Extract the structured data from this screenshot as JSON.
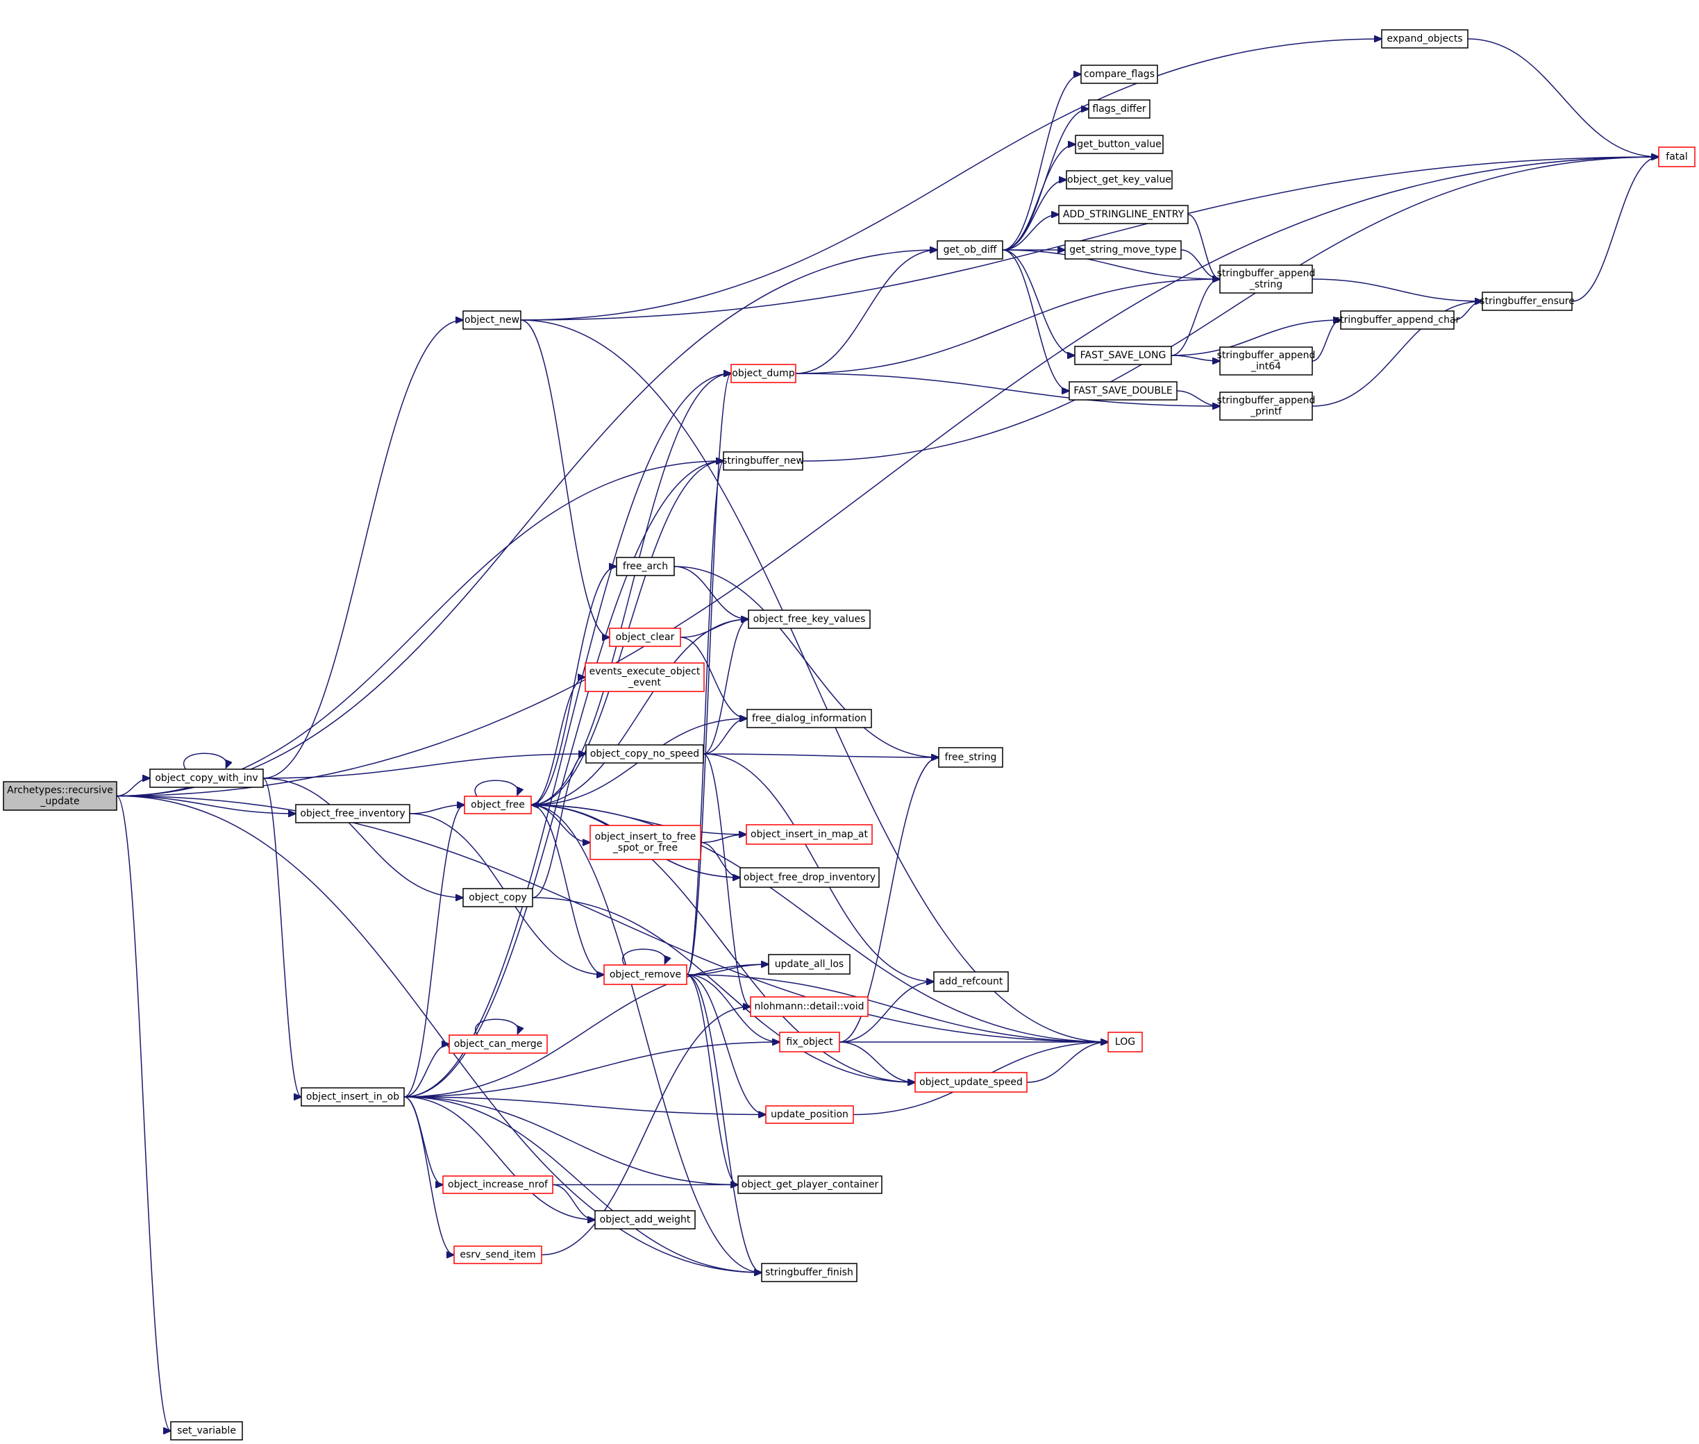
{
  "title": "Archetypes::recursive_update call graph",
  "colors": {
    "edge": "#191970",
    "root_fill": "#bfbfbf",
    "external_border": "#ff0000",
    "node_border": "#000000"
  },
  "nodes": [
    {
      "id": "root",
      "label": [
        "Archetypes::recursive",
        "_update"
      ],
      "kind": "root"
    },
    {
      "id": "object_copy_with_inv",
      "label": [
        "object_copy_with_inv"
      ],
      "kind": "normal"
    },
    {
      "id": "object_free_inventory",
      "label": [
        "object_free_inventory"
      ],
      "kind": "normal"
    },
    {
      "id": "object_new",
      "label": [
        "object_new"
      ],
      "kind": "normal"
    },
    {
      "id": "object_copy",
      "label": [
        "object_copy"
      ],
      "kind": "normal"
    },
    {
      "id": "object_insert_in_ob",
      "label": [
        "object_insert_in_ob"
      ],
      "kind": "normal"
    },
    {
      "id": "set_variable",
      "label": [
        "set_variable"
      ],
      "kind": "normal"
    },
    {
      "id": "object_free",
      "label": [
        "object_free"
      ],
      "kind": "ext"
    },
    {
      "id": "object_dump",
      "label": [
        "object_dump"
      ],
      "kind": "ext"
    },
    {
      "id": "stringbuffer_new",
      "label": [
        "stringbuffer_new"
      ],
      "kind": "normal"
    },
    {
      "id": "free_arch",
      "label": [
        "free_arch"
      ],
      "kind": "normal"
    },
    {
      "id": "object_clear",
      "label": [
        "object_clear"
      ],
      "kind": "ext"
    },
    {
      "id": "events_execute_object_event",
      "label": [
        "events_execute_object",
        "_event"
      ],
      "kind": "ext"
    },
    {
      "id": "object_copy_no_speed",
      "label": [
        "object_copy_no_speed"
      ],
      "kind": "normal"
    },
    {
      "id": "object_insert_to_free_spot_or_free",
      "label": [
        "object_insert_to_free",
        "_spot_or_free"
      ],
      "kind": "ext"
    },
    {
      "id": "object_remove",
      "label": [
        "object_remove"
      ],
      "kind": "ext"
    },
    {
      "id": "object_can_merge",
      "label": [
        "object_can_merge"
      ],
      "kind": "ext"
    },
    {
      "id": "object_increase_nrof",
      "label": [
        "object_increase_nrof"
      ],
      "kind": "ext"
    },
    {
      "id": "esrv_send_item",
      "label": [
        "esrv_send_item"
      ],
      "kind": "ext"
    },
    {
      "id": "object_add_weight",
      "label": [
        "object_add_weight"
      ],
      "kind": "normal"
    },
    {
      "id": "object_free_key_values",
      "label": [
        "object_free_key_values"
      ],
      "kind": "normal"
    },
    {
      "id": "free_dialog_information",
      "label": [
        "free_dialog_information"
      ],
      "kind": "normal"
    },
    {
      "id": "object_insert_in_map_at",
      "label": [
        "object_insert_in_map_at"
      ],
      "kind": "ext"
    },
    {
      "id": "object_free_drop_inventory",
      "label": [
        "object_free_drop_inventory"
      ],
      "kind": "normal"
    },
    {
      "id": "update_all_los",
      "label": [
        "update_all_los"
      ],
      "kind": "normal"
    },
    {
      "id": "nlohmann_void",
      "label": [
        "nlohmann::detail::void"
      ],
      "kind": "ext"
    },
    {
      "id": "fix_object",
      "label": [
        "fix_object"
      ],
      "kind": "ext"
    },
    {
      "id": "update_position",
      "label": [
        "update_position"
      ],
      "kind": "ext"
    },
    {
      "id": "object_get_player_container",
      "label": [
        "object_get_player_container"
      ],
      "kind": "normal"
    },
    {
      "id": "stringbuffer_finish",
      "label": [
        "stringbuffer_finish"
      ],
      "kind": "normal"
    },
    {
      "id": "get_ob_diff",
      "label": [
        "get_ob_diff"
      ],
      "kind": "normal"
    },
    {
      "id": "free_string",
      "label": [
        "free_string"
      ],
      "kind": "normal"
    },
    {
      "id": "add_refcount",
      "label": [
        "add_refcount"
      ],
      "kind": "normal"
    },
    {
      "id": "object_update_speed",
      "label": [
        "object_update_speed"
      ],
      "kind": "ext"
    },
    {
      "id": "LOG",
      "label": [
        "LOG"
      ],
      "kind": "ext"
    },
    {
      "id": "compare_flags",
      "label": [
        "compare_flags"
      ],
      "kind": "normal"
    },
    {
      "id": "flags_differ",
      "label": [
        "flags_differ"
      ],
      "kind": "normal"
    },
    {
      "id": "get_button_value",
      "label": [
        "get_button_value"
      ],
      "kind": "normal"
    },
    {
      "id": "object_get_key_value",
      "label": [
        "object_get_key_value"
      ],
      "kind": "normal"
    },
    {
      "id": "ADD_STRINGLINE_ENTRY",
      "label": [
        "ADD_STRINGLINE_ENTRY"
      ],
      "kind": "normal"
    },
    {
      "id": "get_string_move_type",
      "label": [
        "get_string_move_type"
      ],
      "kind": "normal"
    },
    {
      "id": "FAST_SAVE_LONG",
      "label": [
        "FAST_SAVE_LONG"
      ],
      "kind": "normal"
    },
    {
      "id": "FAST_SAVE_DOUBLE",
      "label": [
        "FAST_SAVE_DOUBLE"
      ],
      "kind": "normal"
    },
    {
      "id": "stringbuffer_append_string",
      "label": [
        "stringbuffer_append",
        "_string"
      ],
      "kind": "normal"
    },
    {
      "id": "stringbuffer_append_int64",
      "label": [
        "stringbuffer_append",
        "_int64"
      ],
      "kind": "normal"
    },
    {
      "id": "stringbuffer_append_printf",
      "label": [
        "stringbuffer_append",
        "_printf"
      ],
      "kind": "normal"
    },
    {
      "id": "stringbuffer_append_char",
      "label": [
        "stringbuffer_append_char"
      ],
      "kind": "normal"
    },
    {
      "id": "stringbuffer_ensure",
      "label": [
        "stringbuffer_ensure"
      ],
      "kind": "normal"
    },
    {
      "id": "expand_objects",
      "label": [
        "expand_objects"
      ],
      "kind": "normal"
    },
    {
      "id": "fatal",
      "label": [
        "fatal"
      ],
      "kind": "ext"
    }
  ],
  "edges": [
    [
      "root",
      "object_copy_with_inv"
    ],
    [
      "root",
      "object_free_inventory"
    ],
    [
      "root",
      "get_ob_diff"
    ],
    [
      "root",
      "stringbuffer_new"
    ],
    [
      "root",
      "fatal"
    ],
    [
      "root",
      "LOG"
    ],
    [
      "root",
      "set_variable"
    ],
    [
      "root",
      "stringbuffer_finish"
    ],
    [
      "object_copy_with_inv",
      "object_copy_with_inv"
    ],
    [
      "object_copy_with_inv",
      "object_new"
    ],
    [
      "object_copy_with_inv",
      "object_copy_no_speed"
    ],
    [
      "object_copy_with_inv",
      "object_copy"
    ],
    [
      "object_copy_with_inv",
      "object_insert_in_ob"
    ],
    [
      "object_free_inventory",
      "object_free"
    ],
    [
      "object_free_inventory",
      "object_remove"
    ],
    [
      "object_new",
      "expand_objects"
    ],
    [
      "object_new",
      "fatal"
    ],
    [
      "object_new",
      "LOG"
    ],
    [
      "object_new",
      "object_clear"
    ],
    [
      "object_copy",
      "object_copy_no_speed"
    ],
    [
      "object_copy",
      "object_update_speed"
    ],
    [
      "object_insert_in_ob",
      "object_dump"
    ],
    [
      "object_insert_in_ob",
      "stringbuffer_new"
    ],
    [
      "object_insert_in_ob",
      "object_free"
    ],
    [
      "object_insert_in_ob",
      "object_can_merge"
    ],
    [
      "object_insert_in_ob",
      "fix_object"
    ],
    [
      "object_insert_in_ob",
      "update_all_los"
    ],
    [
      "object_insert_in_ob",
      "update_position"
    ],
    [
      "object_insert_in_ob",
      "object_increase_nrof"
    ],
    [
      "object_insert_in_ob",
      "object_add_weight"
    ],
    [
      "object_insert_in_ob",
      "esrv_send_item"
    ],
    [
      "object_insert_in_ob",
      "object_get_player_container"
    ],
    [
      "object_insert_in_ob",
      "stringbuffer_finish"
    ],
    [
      "object_free",
      "object_free"
    ],
    [
      "object_free",
      "object_dump"
    ],
    [
      "object_free",
      "stringbuffer_new"
    ],
    [
      "object_free",
      "free_arch"
    ],
    [
      "object_free",
      "object_free_key_values"
    ],
    [
      "object_free",
      "events_execute_object_event"
    ],
    [
      "object_free",
      "free_dialog_information"
    ],
    [
      "object_free",
      "object_insert_to_free_spot_or_free"
    ],
    [
      "object_free",
      "object_insert_in_map_at"
    ],
    [
      "object_free",
      "object_free_drop_inventory"
    ],
    [
      "object_free",
      "object_remove"
    ],
    [
      "object_free",
      "object_update_speed"
    ],
    [
      "object_free",
      "stringbuffer_finish"
    ],
    [
      "object_free",
      "LOG"
    ],
    [
      "object_insert_to_free_spot_or_free",
      "object_insert_in_map_at"
    ],
    [
      "object_insert_to_free_spot_or_free",
      "object_free_drop_inventory"
    ],
    [
      "object_free_drop_inventory",
      "object_free"
    ],
    [
      "object_remove",
      "object_remove"
    ],
    [
      "object_remove",
      "object_dump"
    ],
    [
      "object_remove",
      "stringbuffer_new"
    ],
    [
      "object_remove",
      "update_all_los"
    ],
    [
      "object_remove",
      "fix_object"
    ],
    [
      "object_remove",
      "LOG"
    ],
    [
      "object_remove",
      "update_position"
    ],
    [
      "object_remove",
      "object_get_player_container"
    ],
    [
      "object_remove",
      "stringbuffer_finish"
    ],
    [
      "object_can_merge",
      "object_can_merge"
    ],
    [
      "object_increase_nrof",
      "object_get_player_container"
    ],
    [
      "object_increase_nrof",
      "object_add_weight"
    ],
    [
      "esrv_send_item",
      "nlohmann_void"
    ],
    [
      "object_dump",
      "get_ob_diff"
    ],
    [
      "object_dump",
      "stringbuffer_append_string"
    ],
    [
      "object_dump",
      "stringbuffer_append_printf"
    ],
    [
      "stringbuffer_new",
      "fatal"
    ],
    [
      "free_arch",
      "object_free_key_values"
    ],
    [
      "free_arch",
      "free_string"
    ],
    [
      "object_clear",
      "object_free_key_values"
    ],
    [
      "object_clear",
      "free_dialog_information"
    ],
    [
      "object_copy_no_speed",
      "object_free_key_values"
    ],
    [
      "object_copy_no_speed",
      "free_dialog_information"
    ],
    [
      "object_copy_no_speed",
      "free_string"
    ],
    [
      "object_copy_no_speed",
      "add_refcount"
    ],
    [
      "object_copy_no_speed",
      "nlohmann_void"
    ],
    [
      "fix_object",
      "free_string"
    ],
    [
      "fix_object",
      "add_refcount"
    ],
    [
      "fix_object",
      "LOG"
    ],
    [
      "fix_object",
      "object_update_speed"
    ],
    [
      "update_position",
      "LOG"
    ],
    [
      "object_update_speed",
      "LOG"
    ],
    [
      "get_ob_diff",
      "compare_flags"
    ],
    [
      "get_ob_diff",
      "flags_differ"
    ],
    [
      "get_ob_diff",
      "get_button_value"
    ],
    [
      "get_ob_diff",
      "object_get_key_value"
    ],
    [
      "get_ob_diff",
      "ADD_STRINGLINE_ENTRY"
    ],
    [
      "get_ob_diff",
      "get_string_move_type"
    ],
    [
      "get_ob_diff",
      "stringbuffer_append_string"
    ],
    [
      "get_ob_diff",
      "FAST_SAVE_LONG"
    ],
    [
      "get_ob_diff",
      "FAST_SAVE_DOUBLE"
    ],
    [
      "ADD_STRINGLINE_ENTRY",
      "stringbuffer_append_string"
    ],
    [
      "get_string_move_type",
      "stringbuffer_append_string"
    ],
    [
      "FAST_SAVE_LONG",
      "stringbuffer_append_string"
    ],
    [
      "FAST_SAVE_LONG",
      "stringbuffer_append_char"
    ],
    [
      "FAST_SAVE_LONG",
      "stringbuffer_append_int64"
    ],
    [
      "FAST_SAVE_DOUBLE",
      "stringbuffer_append_printf"
    ],
    [
      "stringbuffer_append_string",
      "stringbuffer_ensure"
    ],
    [
      "stringbuffer_append_int64",
      "stringbuffer_append_char"
    ],
    [
      "stringbuffer_append_char",
      "stringbuffer_ensure"
    ],
    [
      "stringbuffer_append_printf",
      "stringbuffer_ensure"
    ],
    [
      "stringbuffer_ensure",
      "fatal"
    ],
    [
      "expand_objects",
      "fatal"
    ]
  ]
}
